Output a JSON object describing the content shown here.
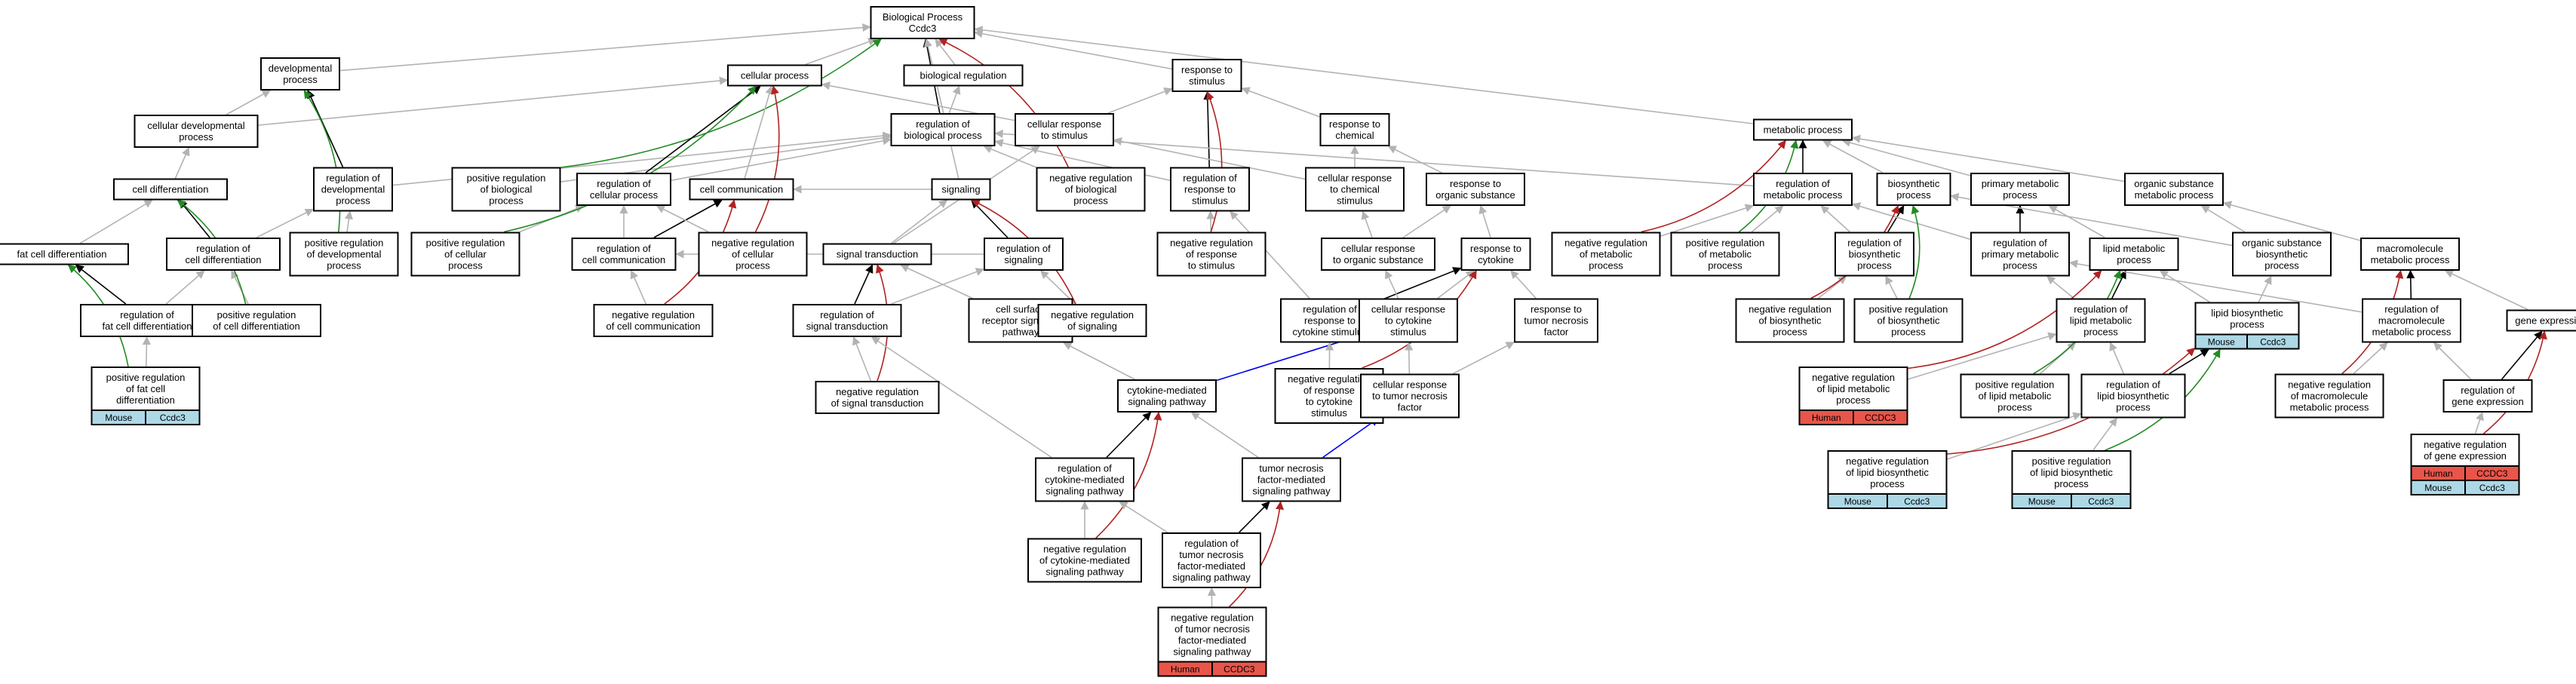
{
  "colors": {
    "isa": "#b3b3b3",
    "partof": "#000000",
    "positive": "#228b22",
    "negative": "#b22222",
    "regulates": "#0000ee",
    "human": "#e8554a",
    "mouse": "#add8e6"
  },
  "nodes": {
    "bp": {
      "lines": [
        "Biological Process",
        "Ccdc3"
      ]
    },
    "dev": {
      "lines": [
        "developmental",
        "process"
      ]
    },
    "cellproc": {
      "lines": [
        "cellular process"
      ]
    },
    "bioreg": {
      "lines": [
        "biological regulation"
      ]
    },
    "resp": {
      "lines": [
        "response to",
        "stimulus"
      ]
    },
    "met": {
      "lines": [
        "metabolic process"
      ]
    },
    "celldev": {
      "lines": [
        "cellular developmental",
        "process"
      ]
    },
    "regbio": {
      "lines": [
        "regulation of",
        "biological process"
      ]
    },
    "cellresp": {
      "lines": [
        "cellular response",
        "to stimulus"
      ]
    },
    "respchem": {
      "lines": [
        "response to",
        "chemical"
      ]
    },
    "celldiff": {
      "lines": [
        "cell differentiation"
      ]
    },
    "regdev": {
      "lines": [
        "regulation of",
        "developmental",
        "process"
      ]
    },
    "posregbio": {
      "lines": [
        "positive regulation",
        "of biological",
        "process"
      ]
    },
    "regcellproc": {
      "lines": [
        "regulation of",
        "cellular process"
      ]
    },
    "cellcomm": {
      "lines": [
        "cell communication"
      ]
    },
    "signaling": {
      "lines": [
        "signaling"
      ]
    },
    "negregbio": {
      "lines": [
        "negative regulation",
        "of biological",
        "process"
      ]
    },
    "regresp": {
      "lines": [
        "regulation of",
        "response to",
        "stimulus"
      ]
    },
    "cellrespchem": {
      "lines": [
        "cellular response",
        "to chemical",
        "stimulus"
      ]
    },
    "resporg": {
      "lines": [
        "response to",
        "organic substance"
      ]
    },
    "regmet": {
      "lines": [
        "regulation of",
        "metabolic process"
      ]
    },
    "biosyn": {
      "lines": [
        "biosynthetic",
        "process"
      ]
    },
    "primmet": {
      "lines": [
        "primary metabolic",
        "process"
      ]
    },
    "orgsubmet": {
      "lines": [
        "organic substance",
        "metabolic process"
      ]
    },
    "fatdiff": {
      "lines": [
        "fat cell differentiation"
      ]
    },
    "regcelldiff": {
      "lines": [
        "regulation of",
        "cell differentiation"
      ]
    },
    "posregdev": {
      "lines": [
        "positive regulation",
        "of developmental",
        "process"
      ]
    },
    "posregcell": {
      "lines": [
        "positive regulation",
        "of cellular",
        "process"
      ]
    },
    "regcellcomm": {
      "lines": [
        "regulation of",
        "cell communication"
      ]
    },
    "negregcell": {
      "lines": [
        "negative regulation",
        "of cellular",
        "process"
      ]
    },
    "sigtrans": {
      "lines": [
        "signal transduction"
      ]
    },
    "regsig": {
      "lines": [
        "regulation of",
        "signaling"
      ]
    },
    "negregresp": {
      "lines": [
        "negative regulation",
        "of response",
        "to stimulus"
      ]
    },
    "cellresporg": {
      "lines": [
        "cellular response",
        "to organic substance"
      ]
    },
    "respcyto": {
      "lines": [
        "response to",
        "cytokine"
      ]
    },
    "negregmet": {
      "lines": [
        "negative regulation",
        "of metabolic",
        "process"
      ]
    },
    "posregmet": {
      "lines": [
        "positive regulation",
        "of metabolic",
        "process"
      ]
    },
    "regbiosyn": {
      "lines": [
        "regulation of",
        "biosynthetic",
        "process"
      ]
    },
    "regprimmet": {
      "lines": [
        "regulation of",
        "primary metabolic",
        "process"
      ]
    },
    "lipidmet": {
      "lines": [
        "lipid metabolic",
        "process"
      ]
    },
    "orgsubbiosyn": {
      "lines": [
        "organic substance",
        "biosynthetic",
        "process"
      ]
    },
    "macromet": {
      "lines": [
        "macromolecule",
        "metabolic process"
      ]
    },
    "regfatdiff": {
      "lines": [
        "regulation of",
        "fat cell differentiation"
      ]
    },
    "posregcelldiff": {
      "lines": [
        "positive regulation",
        "of cell differentiation"
      ]
    },
    "negregcellcomm": {
      "lines": [
        "negative regulation",
        "of cell communication"
      ]
    },
    "regsigtrans": {
      "lines": [
        "regulation of",
        "signal transduction"
      ]
    },
    "cellsurf": {
      "lines": [
        "cell surface",
        "receptor signaling",
        "pathway"
      ]
    },
    "negregsig": {
      "lines": [
        "negative regulation",
        "of signaling"
      ]
    },
    "regrespcyto": {
      "lines": [
        "regulation of",
        "response to",
        "cytokine stimulus"
      ]
    },
    "cellrespcyto": {
      "lines": [
        "cellular response",
        "to cytokine",
        "stimulus"
      ]
    },
    "resptnf": {
      "lines": [
        "response to",
        "tumor necrosis",
        "factor"
      ]
    },
    "negregbiosyn": {
      "lines": [
        "negative regulation",
        "of biosynthetic",
        "process"
      ]
    },
    "posregbiosyn": {
      "lines": [
        "positive regulation",
        "of biosynthetic",
        "process"
      ]
    },
    "reglipidmet": {
      "lines": [
        "regulation of",
        "lipid metabolic",
        "process"
      ]
    },
    "lipidbiosyn": {
      "lines": [
        "lipid biosynthetic",
        "process"
      ]
    },
    "regmacro": {
      "lines": [
        "regulation of",
        "macromolecule",
        "metabolic process"
      ]
    },
    "geneexp": {
      "lines": [
        "gene expression"
      ]
    },
    "posregfatdiff": {
      "lines": [
        "positive regulation",
        "of fat cell",
        "differentiation"
      ]
    },
    "negregsigtrans": {
      "lines": [
        "negative regulation",
        "of signal transduction"
      ]
    },
    "cytosig": {
      "lines": [
        "cytokine-mediated",
        "signaling pathway"
      ]
    },
    "negregrespcyto": {
      "lines": [
        "negative regulation",
        "of response",
        "to cytokine",
        "stimulus"
      ]
    },
    "cellresptnf": {
      "lines": [
        "cellular response",
        "to tumor necrosis",
        "factor"
      ]
    },
    "negreglipidmet": {
      "lines": [
        "negative regulation",
        "of lipid metabolic",
        "process"
      ]
    },
    "posreglipidmet": {
      "lines": [
        "positive regulation",
        "of lipid metabolic",
        "process"
      ]
    },
    "reglipidbiosyn": {
      "lines": [
        "regulation of",
        "lipid biosynthetic",
        "process"
      ]
    },
    "negregmacro": {
      "lines": [
        "negative regulation",
        "of macromolecule",
        "metabolic process"
      ]
    },
    "reggeneexp": {
      "lines": [
        "regulation of",
        "gene expression"
      ]
    },
    "regcytosig": {
      "lines": [
        "regulation of",
        "cytokine-mediated",
        "signaling pathway"
      ]
    },
    "tnfsig": {
      "lines": [
        "tumor necrosis",
        "factor-mediated",
        "signaling pathway"
      ]
    },
    "negreglipidbiosyn": {
      "lines": [
        "negative regulation",
        "of lipid biosynthetic",
        "process"
      ]
    },
    "posreglipidbiosyn": {
      "lines": [
        "positive regulation",
        "of lipid biosynthetic",
        "process"
      ]
    },
    "negreggeneexp": {
      "lines": [
        "negative regulation",
        "of gene expression"
      ]
    },
    "negregcytosig": {
      "lines": [
        "negative regulation",
        "of cytokine-mediated",
        "signaling pathway"
      ]
    },
    "regtnfsig": {
      "lines": [
        "regulation of",
        "tumor necrosis",
        "factor-mediated",
        "signaling pathway"
      ]
    },
    "negregtnfsig": {
      "lines": [
        "negative regulation",
        "of tumor necrosis",
        "factor-mediated",
        "signaling pathway"
      ]
    }
  },
  "annotations": {
    "posregfatdiff": [
      {
        "species": "Mouse",
        "gene": "Ccdc3",
        "kind": "mouse"
      }
    ],
    "negregtnfsig": [
      {
        "species": "Human",
        "gene": "CCDC3",
        "kind": "human"
      }
    ],
    "negreglipidmet": [
      {
        "species": "Human",
        "gene": "CCDC3",
        "kind": "human"
      }
    ],
    "negreglipidbiosyn": [
      {
        "species": "Mouse",
        "gene": "Ccdc3",
        "kind": "mouse"
      }
    ],
    "posreglipidbiosyn": [
      {
        "species": "Mouse",
        "gene": "Ccdc3",
        "kind": "mouse"
      }
    ],
    "lipidbiosyn": [
      {
        "species": "Mouse",
        "gene": "Ccdc3",
        "kind": "mouse"
      }
    ],
    "negreggeneexp": [
      {
        "species": "Human",
        "gene": "CCDC3",
        "kind": "human"
      },
      {
        "species": "Mouse",
        "gene": "Ccdc3",
        "kind": "mouse"
      }
    ]
  },
  "edges": [
    [
      "dev",
      "bp",
      "isa"
    ],
    [
      "cellproc",
      "bp",
      "isa"
    ],
    [
      "bioreg",
      "bp",
      "isa"
    ],
    [
      "resp",
      "bp",
      "isa"
    ],
    [
      "met",
      "bp",
      "isa"
    ],
    [
      "celldev",
      "dev",
      "isa"
    ],
    [
      "celldev",
      "cellproc",
      "isa"
    ],
    [
      "regbio",
      "bioreg",
      "isa"
    ],
    [
      "regbio",
      "bp",
      "partof"
    ],
    [
      "cellresp",
      "resp",
      "isa"
    ],
    [
      "cellresp",
      "cellproc",
      "isa"
    ],
    [
      "respchem",
      "resp",
      "isa"
    ],
    [
      "celldiff",
      "celldev",
      "isa"
    ],
    [
      "regdev",
      "dev",
      "partof"
    ],
    [
      "regdev",
      "regbio",
      "isa"
    ],
    [
      "posregbio",
      "regbio",
      "isa"
    ],
    [
      "posregbio",
      "bp",
      "positive"
    ],
    [
      "regcellproc",
      "cellproc",
      "partof"
    ],
    [
      "regcellproc",
      "regbio",
      "isa"
    ],
    [
      "cellcomm",
      "cellproc",
      "isa"
    ],
    [
      "signaling",
      "cellcomm",
      "isa"
    ],
    [
      "signaling",
      "bp",
      "isa"
    ],
    [
      "negregbio",
      "regbio",
      "isa"
    ],
    [
      "negregbio",
      "bp",
      "negative"
    ],
    [
      "regresp",
      "resp",
      "partof"
    ],
    [
      "regresp",
      "regbio",
      "isa"
    ],
    [
      "cellrespchem",
      "respchem",
      "isa"
    ],
    [
      "cellrespchem",
      "cellresp",
      "isa"
    ],
    [
      "resporg",
      "respchem",
      "isa"
    ],
    [
      "regmet",
      "met",
      "partof"
    ],
    [
      "regmet",
      "regbio",
      "isa"
    ],
    [
      "biosyn",
      "met",
      "isa"
    ],
    [
      "primmet",
      "met",
      "isa"
    ],
    [
      "orgsubmet",
      "met",
      "isa"
    ],
    [
      "fatdiff",
      "celldiff",
      "isa"
    ],
    [
      "regcelldiff",
      "celldiff",
      "partof"
    ],
    [
      "regcelldiff",
      "regdev",
      "isa"
    ],
    [
      "posregdev",
      "regdev",
      "isa"
    ],
    [
      "posregdev",
      "dev",
      "positive"
    ],
    [
      "posregcell",
      "regcellproc",
      "isa"
    ],
    [
      "posregcell",
      "cellproc",
      "positive"
    ],
    [
      "regcellcomm",
      "cellcomm",
      "partof"
    ],
    [
      "regcellcomm",
      "regcellproc",
      "isa"
    ],
    [
      "negregcell",
      "regcellproc",
      "isa"
    ],
    [
      "negregcell",
      "cellproc",
      "negative"
    ],
    [
      "sigtrans",
      "signaling",
      "isa"
    ],
    [
      "sigtrans",
      "cellresp",
      "isa"
    ],
    [
      "regsig",
      "signaling",
      "partof"
    ],
    [
      "regsig",
      "regcellcomm",
      "isa"
    ],
    [
      "negregresp",
      "regresp",
      "isa"
    ],
    [
      "negregresp",
      "resp",
      "negative"
    ],
    [
      "cellresporg",
      "resporg",
      "isa"
    ],
    [
      "cellresporg",
      "cellrespchem",
      "isa"
    ],
    [
      "respcyto",
      "resporg",
      "isa"
    ],
    [
      "negregmet",
      "regmet",
      "isa"
    ],
    [
      "negregmet",
      "met",
      "negative"
    ],
    [
      "posregmet",
      "regmet",
      "isa"
    ],
    [
      "posregmet",
      "met",
      "positive"
    ],
    [
      "regbiosyn",
      "biosyn",
      "partof"
    ],
    [
      "regbiosyn",
      "regmet",
      "isa"
    ],
    [
      "regprimmet",
      "primmet",
      "partof"
    ],
    [
      "regprimmet",
      "regmet",
      "isa"
    ],
    [
      "lipidmet",
      "primmet",
      "isa"
    ],
    [
      "orgsubbiosyn",
      "orgsubmet",
      "isa"
    ],
    [
      "orgsubbiosyn",
      "biosyn",
      "isa"
    ],
    [
      "macromet",
      "orgsubmet",
      "isa"
    ],
    [
      "regfatdiff",
      "fatdiff",
      "partof"
    ],
    [
      "regfatdiff",
      "regcelldiff",
      "isa"
    ],
    [
      "posregcelldiff",
      "regcelldiff",
      "isa"
    ],
    [
      "posregcelldiff",
      "celldiff",
      "positive"
    ],
    [
      "negregcellcomm",
      "regcellcomm",
      "isa"
    ],
    [
      "negregcellcomm",
      "cellcomm",
      "negative"
    ],
    [
      "regsigtrans",
      "sigtrans",
      "partof"
    ],
    [
      "regsigtrans",
      "regsig",
      "isa"
    ],
    [
      "cellsurf",
      "sigtrans",
      "isa"
    ],
    [
      "negregsig",
      "regsig",
      "isa"
    ],
    [
      "negregsig",
      "signaling",
      "negative"
    ],
    [
      "regrespcyto",
      "respcyto",
      "partof"
    ],
    [
      "regrespcyto",
      "regresp",
      "isa"
    ],
    [
      "cellrespcyto",
      "respcyto",
      "isa"
    ],
    [
      "cellrespcyto",
      "cellresporg",
      "isa"
    ],
    [
      "resptnf",
      "respcyto",
      "isa"
    ],
    [
      "negregbiosyn",
      "regbiosyn",
      "isa"
    ],
    [
      "negregbiosyn",
      "biosyn",
      "negative"
    ],
    [
      "posregbiosyn",
      "regbiosyn",
      "isa"
    ],
    [
      "posregbiosyn",
      "biosyn",
      "positive"
    ],
    [
      "reglipidmet",
      "lipidmet",
      "partof"
    ],
    [
      "reglipidmet",
      "regprimmet",
      "isa"
    ],
    [
      "lipidbiosyn",
      "lipidmet",
      "isa"
    ],
    [
      "lipidbiosyn",
      "orgsubbiosyn",
      "isa"
    ],
    [
      "regmacro",
      "macromet",
      "partof"
    ],
    [
      "regmacro",
      "regprimmet",
      "isa"
    ],
    [
      "geneexp",
      "macromet",
      "isa"
    ],
    [
      "posregfatdiff",
      "regfatdiff",
      "isa"
    ],
    [
      "posregfatdiff",
      "fatdiff",
      "positive"
    ],
    [
      "negregsigtrans",
      "regsigtrans",
      "isa"
    ],
    [
      "negregsigtrans",
      "sigtrans",
      "negative"
    ],
    [
      "cytosig",
      "cellsurf",
      "isa"
    ],
    [
      "cytosig",
      "cellrespcyto",
      "regulates"
    ],
    [
      "negregrespcyto",
      "regrespcyto",
      "isa"
    ],
    [
      "negregrespcyto",
      "respcyto",
      "negative"
    ],
    [
      "cellresptnf",
      "resptnf",
      "isa"
    ],
    [
      "cellresptnf",
      "cellrespcyto",
      "isa"
    ],
    [
      "negreglipidmet",
      "reglipidmet",
      "isa"
    ],
    [
      "negreglipidmet",
      "lipidmet",
      "negative"
    ],
    [
      "posreglipidmet",
      "reglipidmet",
      "isa"
    ],
    [
      "posreglipidmet",
      "lipidmet",
      "positive"
    ],
    [
      "reglipidbiosyn",
      "lipidbiosyn",
      "partof"
    ],
    [
      "reglipidbiosyn",
      "reglipidmet",
      "isa"
    ],
    [
      "negregmacro",
      "regmacro",
      "isa"
    ],
    [
      "negregmacro",
      "macromet",
      "negative"
    ],
    [
      "reggeneexp",
      "geneexp",
      "partof"
    ],
    [
      "reggeneexp",
      "regmacro",
      "isa"
    ],
    [
      "regcytosig",
      "cytosig",
      "partof"
    ],
    [
      "regcytosig",
      "regsigtrans",
      "isa"
    ],
    [
      "tnfsig",
      "cytosig",
      "isa"
    ],
    [
      "tnfsig",
      "cellresptnf",
      "regulates"
    ],
    [
      "negreglipidbiosyn",
      "reglipidbiosyn",
      "isa"
    ],
    [
      "negreglipidbiosyn",
      "lipidbiosyn",
      "negative"
    ],
    [
      "posreglipidbiosyn",
      "reglipidbiosyn",
      "isa"
    ],
    [
      "posreglipidbiosyn",
      "lipidbiosyn",
      "positive"
    ],
    [
      "negreggeneexp",
      "reggeneexp",
      "isa"
    ],
    [
      "negreggeneexp",
      "geneexp",
      "negative"
    ],
    [
      "negregcytosig",
      "regcytosig",
      "isa"
    ],
    [
      "negregcytosig",
      "cytosig",
      "negative"
    ],
    [
      "regtnfsig",
      "tnfsig",
      "partof"
    ],
    [
      "regtnfsig",
      "regcytosig",
      "isa"
    ],
    [
      "negregtnfsig",
      "regtnfsig",
      "isa"
    ],
    [
      "negregtnfsig",
      "tnfsig",
      "negative"
    ]
  ]
}
